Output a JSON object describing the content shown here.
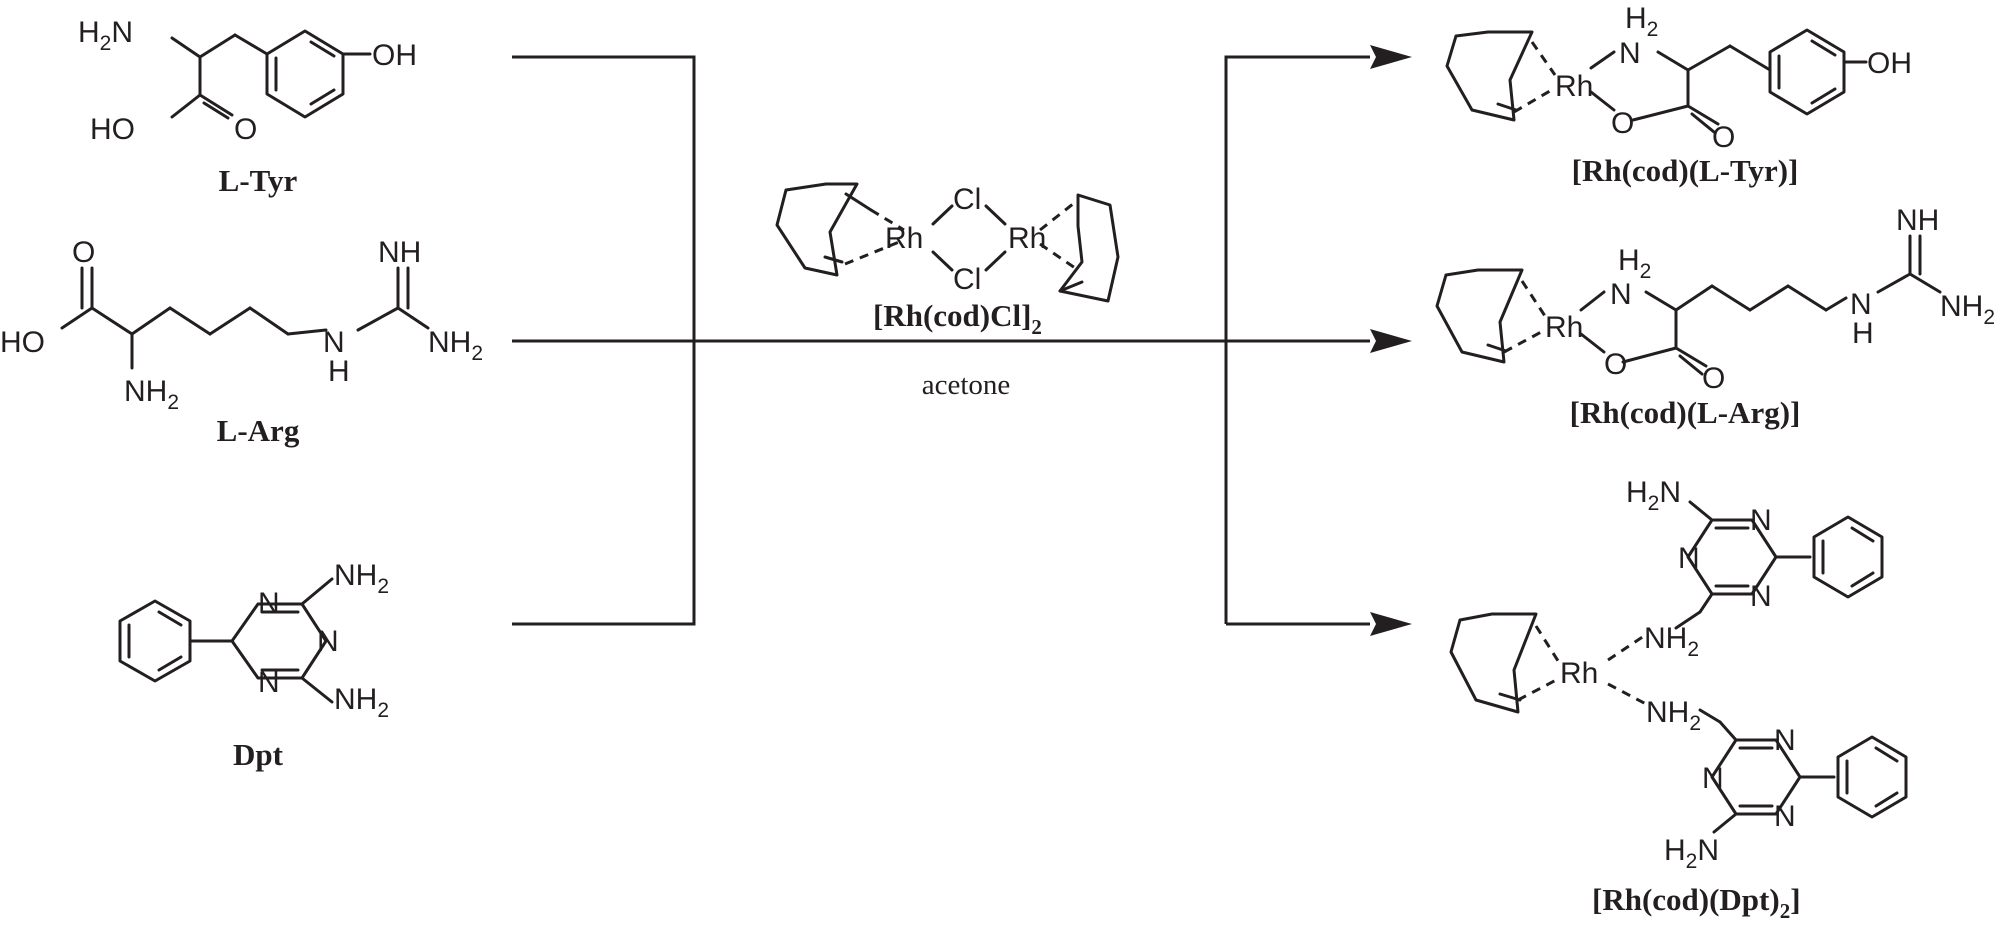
{
  "scheme": {
    "reactants": [
      {
        "label": "L-Tyr"
      },
      {
        "label": "L-Arg"
      },
      {
        "label": "Dpt"
      }
    ],
    "reagent": {
      "label_main": "[Rh(cod)Cl]",
      "label_sub": "2"
    },
    "condition": "acetone",
    "products": [
      {
        "label": "[Rh(cod)(L-Tyr)]"
      },
      {
        "label": "[Rh(cod)(L-Arg)]"
      },
      {
        "label_main": "[Rh(cod)(Dpt)",
        "label_sub": "2",
        "label_close": "]"
      }
    ]
  },
  "atoms": {
    "H2N": "H2N",
    "H2N_H": "H",
    "H2N_2": "2",
    "H2N_N": "N",
    "OH": "OH",
    "HO": "HO",
    "O": "O",
    "N": "N",
    "H": "H",
    "NH": "NH",
    "NH2_main": "NH",
    "NH2_sub": "2",
    "Rh": "Rh",
    "Cl": "Cl"
  },
  "colors": {
    "ink": "#231f20",
    "background": "#ffffff"
  }
}
